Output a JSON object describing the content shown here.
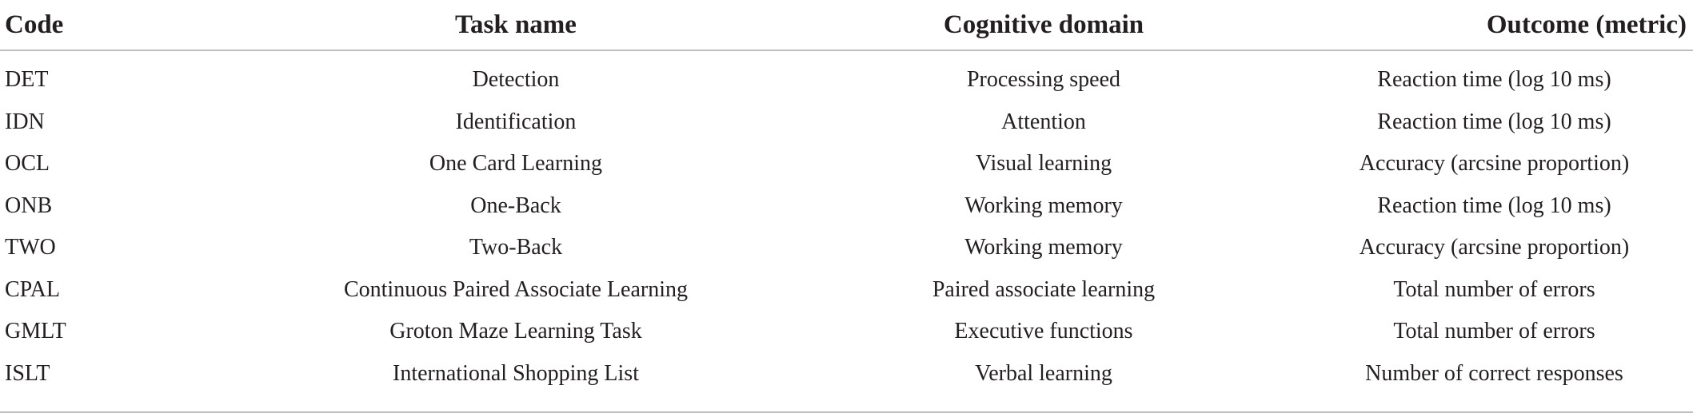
{
  "table": {
    "headers": [
      "Code",
      "Task name",
      "Cognitive domain",
      "Outcome (metric)"
    ],
    "rows": [
      [
        "DET",
        "Detection",
        "Processing speed",
        "Reaction time (log 10 ms)"
      ],
      [
        "IDN",
        "Identification",
        "Attention",
        "Reaction time (log 10 ms)"
      ],
      [
        "OCL",
        "One Card Learning",
        "Visual learning",
        "Accuracy (arcsine proportion)"
      ],
      [
        "ONB",
        "One-Back",
        "Working memory",
        "Reaction time (log 10 ms)"
      ],
      [
        "TWO",
        "Two-Back",
        "Working memory",
        "Accuracy (arcsine proportion)"
      ],
      [
        "CPAL",
        "Continuous Paired Associate Learning",
        "Paired associate learning",
        "Total number of errors"
      ],
      [
        "GMLT",
        "Groton Maze Learning Task",
        "Executive functions",
        "Total number of errors"
      ],
      [
        "ISLT",
        "International Shopping List",
        "Verbal learning",
        "Number of correct responses"
      ]
    ]
  }
}
